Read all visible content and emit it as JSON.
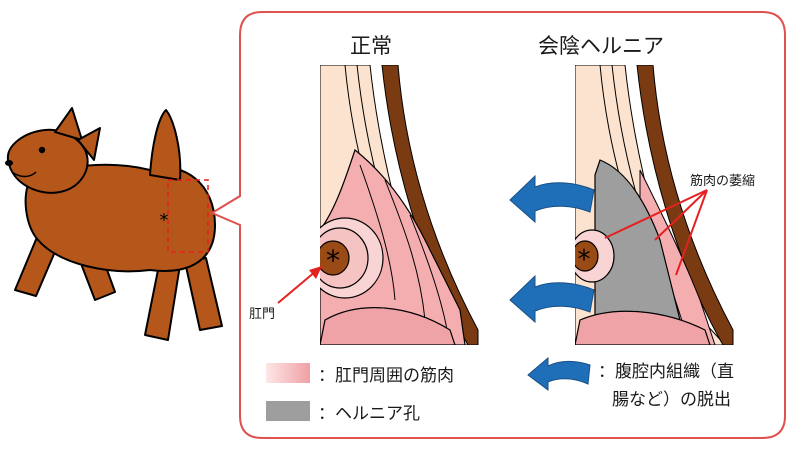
{
  "titles": {
    "normal": "正常",
    "hernia": "会陰ヘルニア"
  },
  "labels": {
    "anus": "肛門",
    "muscle_atrophy": "筋肉の萎縮"
  },
  "legend": {
    "muscle": "：肛門周囲の筋肉",
    "hernia_hole": "：ヘルニア孔",
    "prolapse_line1": "：腹腔内組織（直",
    "prolapse_line2": "腸など）の脱出"
  },
  "colors": {
    "callout_border": "#e0504f",
    "dog_body": "#b5571b",
    "muscle_pink": "#f6b7b7",
    "hernia_gray": "#9e9e9e",
    "arrow_blue": "#1f6fb8",
    "pointer_red": "#e52020"
  },
  "icons": {
    "anus_marker": "asterisk",
    "dog": "dog-rear-view",
    "prolapse_arrow": "curved-arrow-left"
  }
}
